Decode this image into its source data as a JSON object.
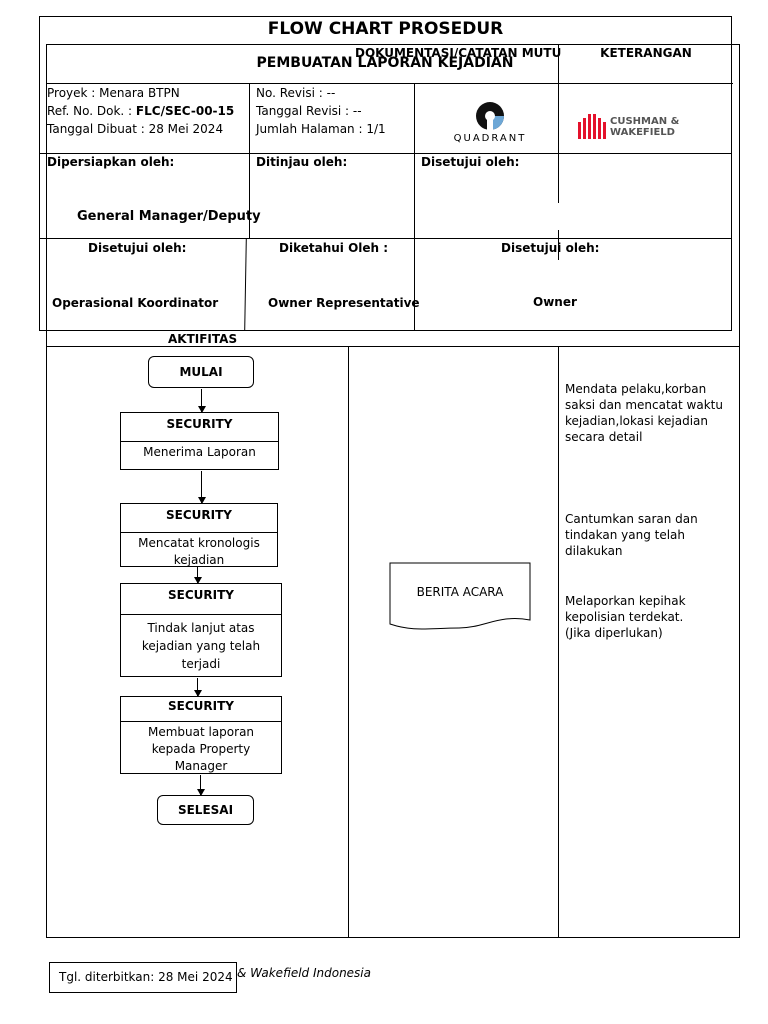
{
  "header": {
    "title": "FLOW CHART PROSEDUR",
    "subtitle": "PEMBUATAN LAPORAN KEJADIAN",
    "col_doc": "DOKUMENTASI/CATATAN MUTU",
    "col_ket": "KETERANGAN"
  },
  "info": {
    "proyek": "Proyek : Menara BTPN",
    "ref_label": "Ref. No. Dok. : ",
    "ref_value": "FLC/SEC-00-15",
    "tanggal_dibuat": "Tanggal Dibuat : 28 Mei 2024",
    "no_revisi": "No. Revisi : --",
    "tanggal_revisi": "Tanggal Revisi : --",
    "jumlah_halaman": "Jumlah Halaman : 1/1"
  },
  "logos": {
    "quadrant": "QUADRANT",
    "cw_line1": "CUSHMAN &",
    "cw_line2": "WAKEFIELD",
    "cw_color": "#e4112b"
  },
  "approvals": {
    "dipersiapkan": "Dipersiapkan oleh:",
    "ditinjau": "Ditinjau oleh:",
    "disetujui_1": "Disetujui oleh:",
    "gm": "General Manager/Deputy",
    "disetujui_2": "Disetujui oleh:",
    "diketahui": "Diketahui Oleh :",
    "disetujui_3": "Disetujui oleh:",
    "opkoor": "Operasional Koordinator",
    "owner_rep": "Owner Representative",
    "owner": "Owner"
  },
  "section": {
    "aktifitas": "AKTIFITAS"
  },
  "flow": {
    "start": "MULAI",
    "end": "SELESAI",
    "steps": [
      {
        "role": "SECURITY",
        "text": "Menerima Laporan"
      },
      {
        "role": "SECURITY",
        "text": "Mencatat kronologis kejadian"
      },
      {
        "role": "SECURITY",
        "text": "Tindak lanjut atas kejadian yang telah terjadi"
      },
      {
        "role": "SECURITY",
        "text": "Membuat laporan kepada Property Manager"
      }
    ],
    "document": "BERITA ACARA"
  },
  "notes": [
    "Mendata pelaku,korban saksi dan mencatat waktu kejadian,lokasi kejadian secara detail",
    "Cantumkan saran dan tindakan yang telah dilakukan",
    "Melaporkan kepihak kepolisian terdekat. (Jika diperlukan)"
  ],
  "footer": {
    "issued": "Tgl. diterbitkan: 28 Mei 2024",
    "company": "& Wakefield Indonesia"
  }
}
